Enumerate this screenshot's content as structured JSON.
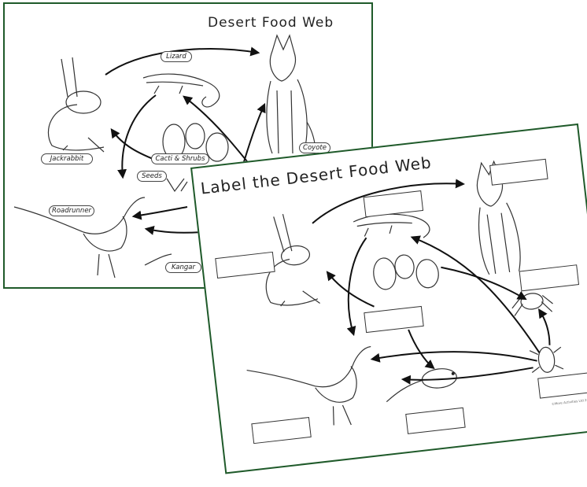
{
  "back_sheet": {
    "title": "Desert Food Web",
    "labels": {
      "lizard": "Lizard",
      "jackrabbit": "Jackrabbit",
      "cacti": "Cacti & Shrubs",
      "seeds": "Seeds",
      "coyote": "Coyote",
      "roadrunner": "Roadrunner",
      "kangaroo_rat": "Kangar"
    }
  },
  "front_sheet": {
    "title": "Label the Desert Food Web",
    "footer": "©More Activities Ltd 2013"
  },
  "colors": {
    "border": "#1f5a2a",
    "ink": "#222222",
    "background": "#ffffff"
  },
  "icons": [
    "jackrabbit-icon",
    "lizard-icon",
    "coyote-icon",
    "cactus-icon",
    "roadrunner-icon",
    "kangaroo-rat-icon",
    "tarantula-icon",
    "beetle-icon"
  ]
}
